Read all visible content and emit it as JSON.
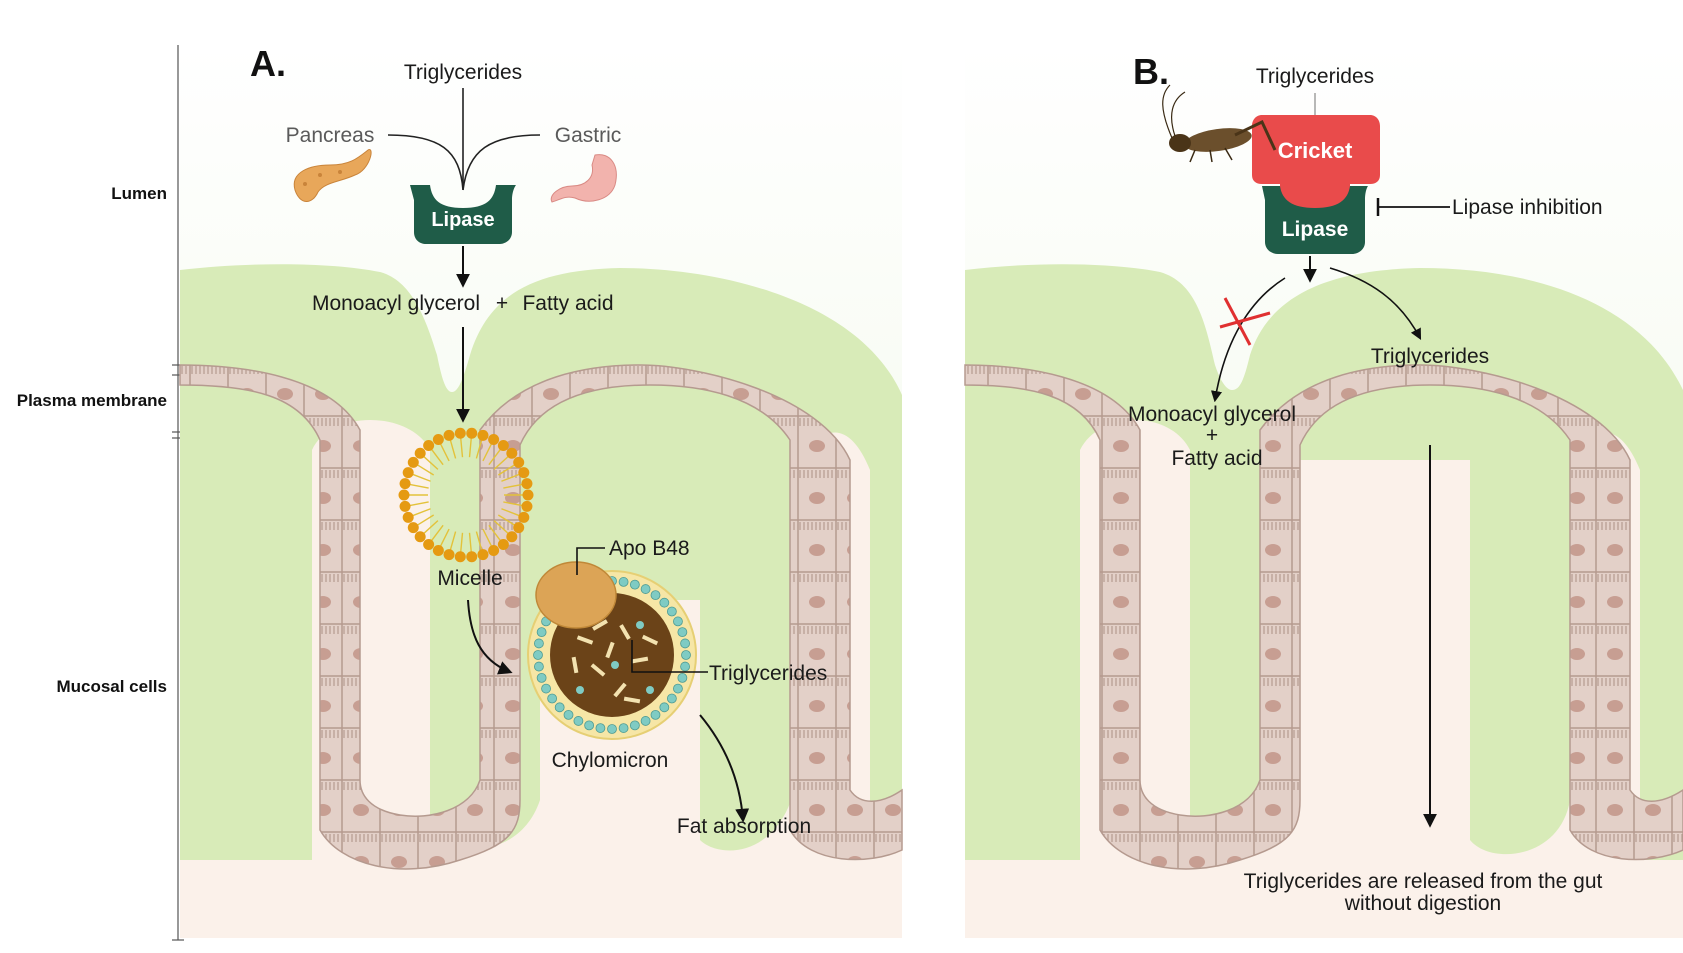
{
  "side_labels": {
    "lumen": "Lumen",
    "plasma_membrane": "Plasma membrane",
    "mucosal_cells": "Mucosal cells"
  },
  "panel_a": {
    "letter": "A.",
    "triglycerides_top": "Triglycerides",
    "pancreas": "Pancreas",
    "gastric": "Gastric",
    "lipase": "Lipase",
    "monoacyl": "Monoacyl glycerol",
    "plus": "+",
    "fatty_acid": "Fatty acid",
    "micelle": "Micelle",
    "apo": "Apo B48",
    "triglycerides_inner": "Triglycerides",
    "chylomicron": "Chylomicron",
    "fat_absorption": "Fat absorption"
  },
  "panel_b": {
    "letter": "B.",
    "triglycerides_top": "Triglycerides",
    "cricket": "Cricket",
    "lipase": "Lipase",
    "lipase_inhibition": "Lipase inhibition",
    "triglycerides_mid": "Triglycerides",
    "monoacyl": "Monoacyl glycerol",
    "plus": "+",
    "fatty_acid": "Fatty acid",
    "released_line1": "Triglycerides are released from the gut",
    "released_line2": "without digestion"
  },
  "colors": {
    "lumen_green": "#d8ebb8",
    "tissue_pink": "#fbf1ea",
    "cell_fill": "#e3d0c8",
    "nucleus": "#c79e92",
    "lipase_green": "#1f5c48",
    "cricket_red": "#e94b4b",
    "micelle_orange": "#e59a12",
    "apo_tan": "#dca456",
    "chylo_brown": "#6b4318"
  },
  "icons": [
    "pancreas-icon",
    "stomach-icon",
    "cricket-insect-icon",
    "inhibition-cross-icon"
  ]
}
